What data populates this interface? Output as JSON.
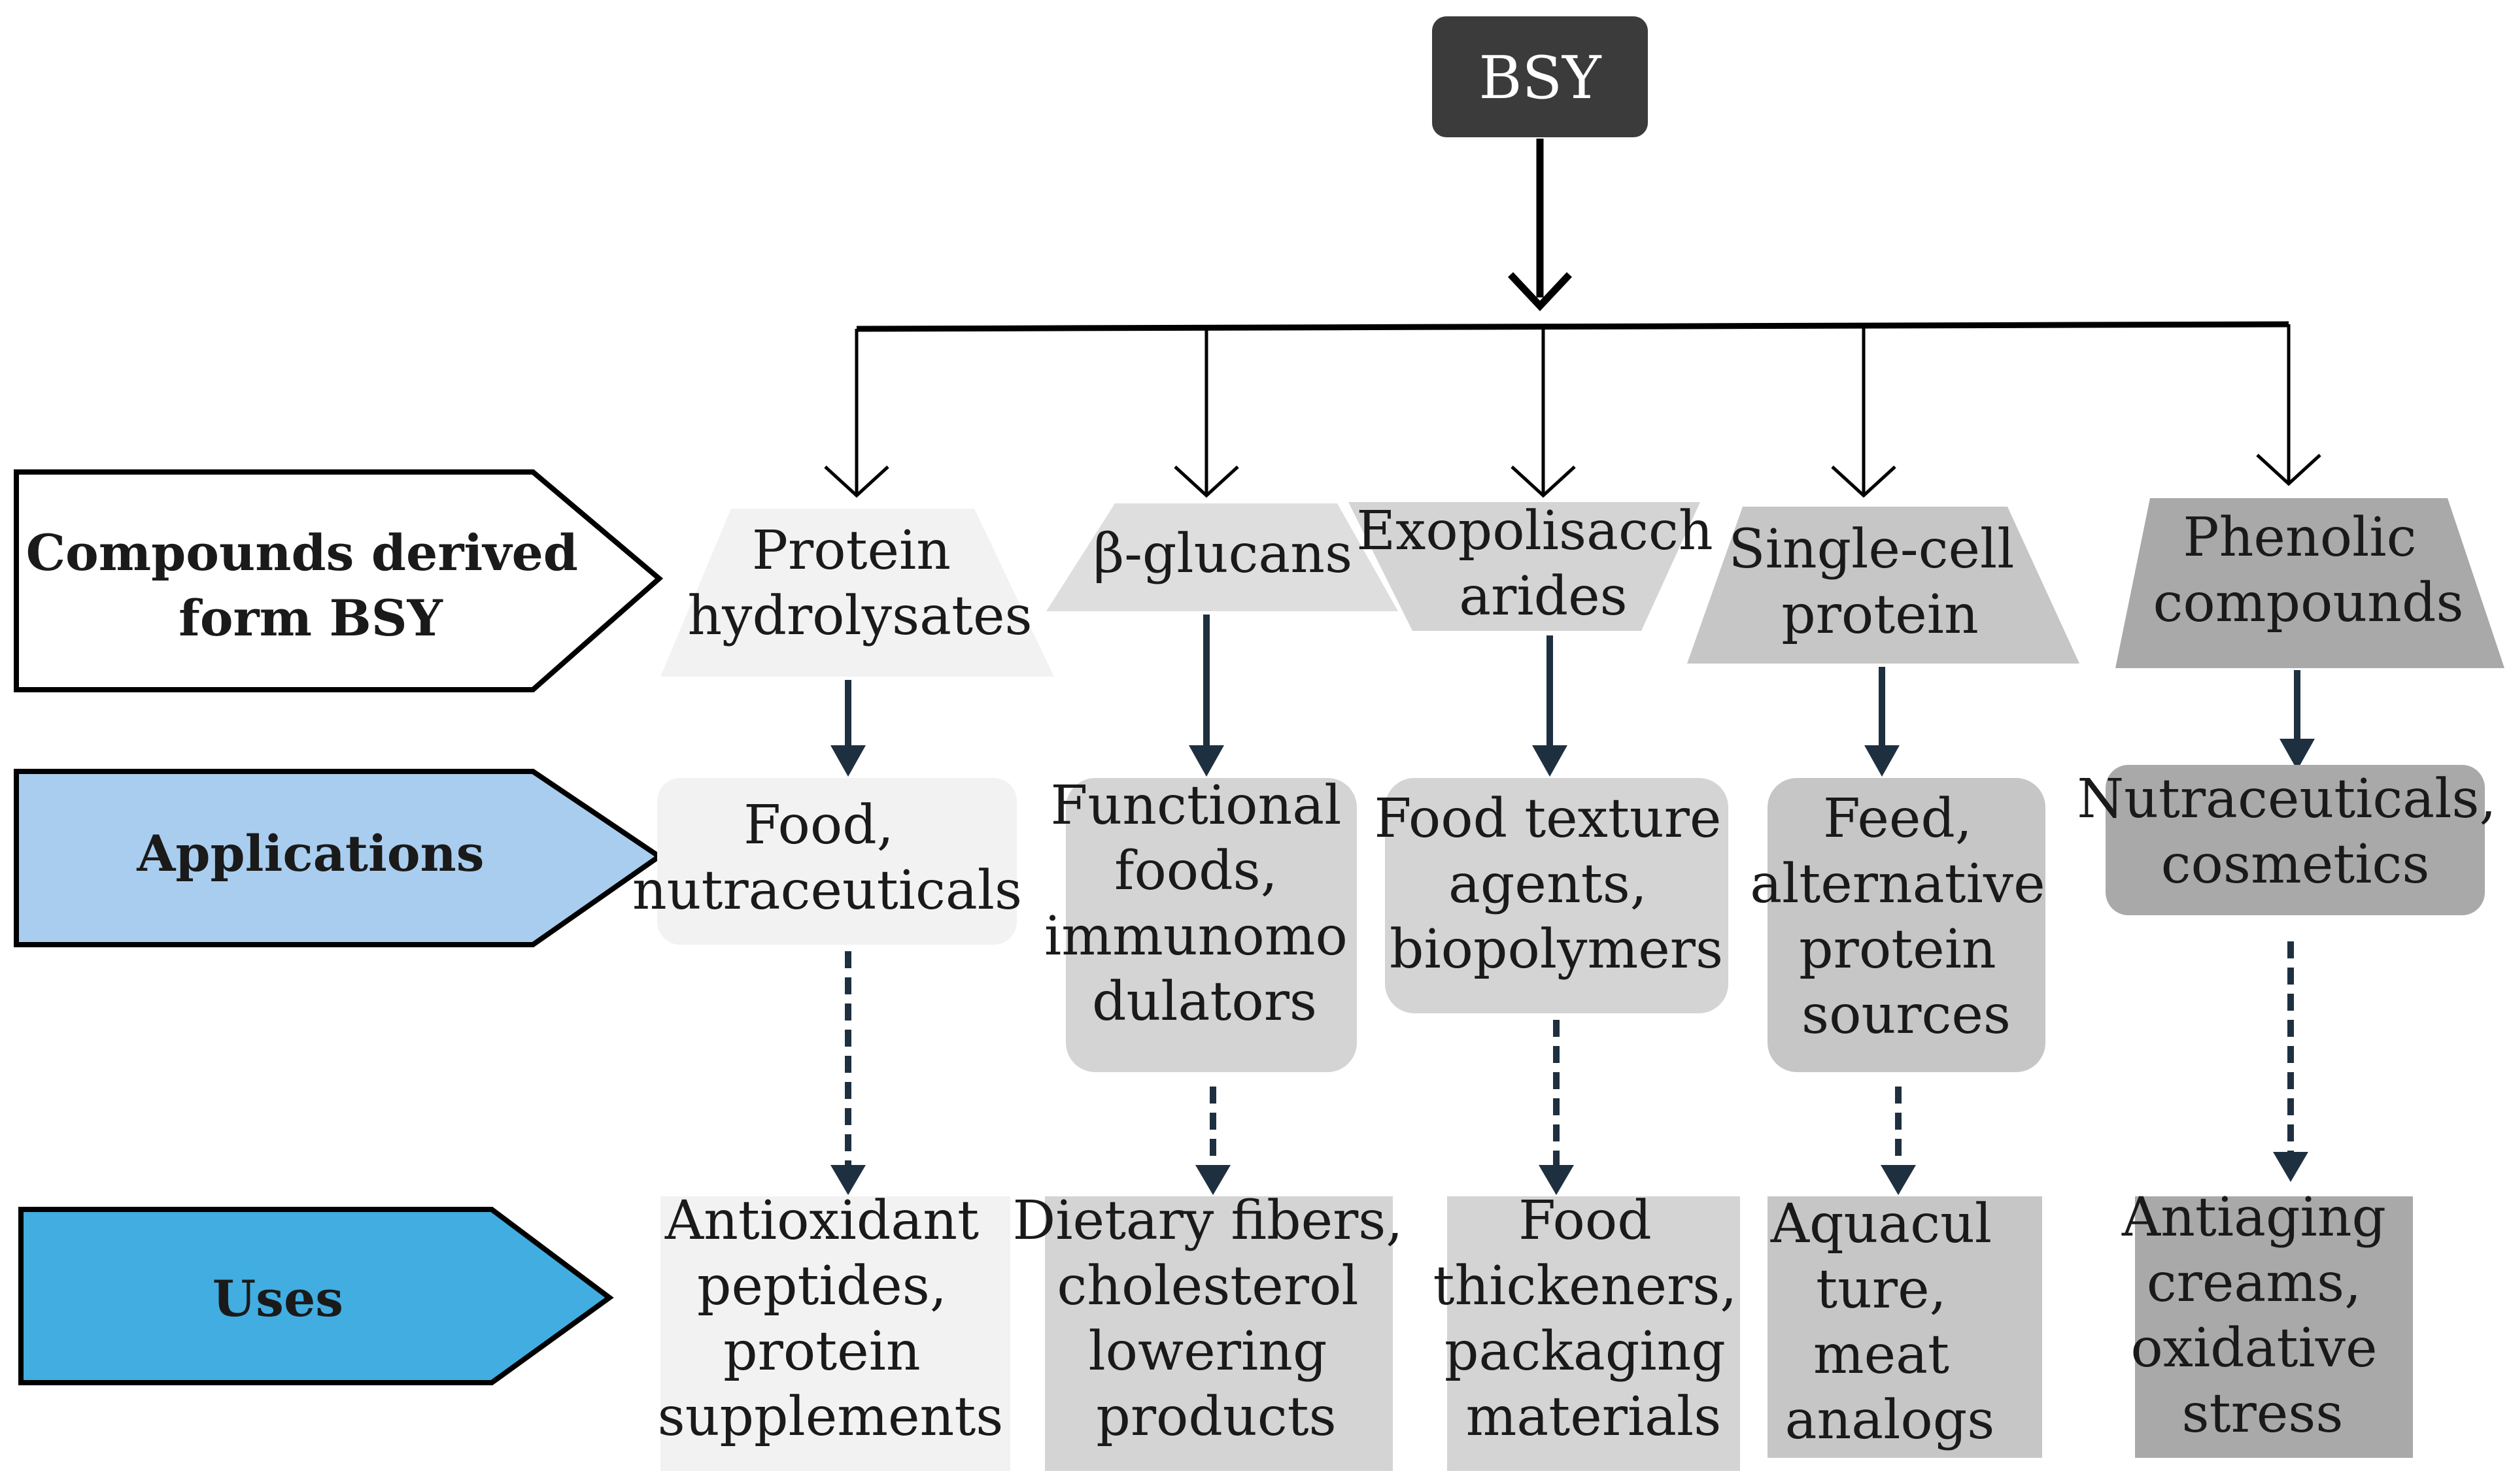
{
  "root": {
    "label": "BSY"
  },
  "row_labels": {
    "compounds": [
      "Compounds derived",
      "form BSY"
    ],
    "applications": [
      "Applications"
    ],
    "uses": [
      "Uses"
    ]
  },
  "compounds": [
    {
      "lines": [
        "Protein",
        "hydrolysates"
      ]
    },
    {
      "lines": [
        "β-glucans"
      ]
    },
    {
      "lines": [
        "Exopolisacch",
        "arides"
      ]
    },
    {
      "lines": [
        "Single-cell",
        "protein"
      ]
    },
    {
      "lines": [
        "Phenolic",
        "compounds"
      ]
    }
  ],
  "applications": [
    {
      "lines": [
        "Food,",
        "nutraceuticals"
      ]
    },
    {
      "lines": [
        "Functional",
        "foods,",
        "immunomo",
        "dulators"
      ]
    },
    {
      "lines": [
        "Food texture",
        "agents,",
        "biopolymers"
      ]
    },
    {
      "lines": [
        "Feed,",
        "alternative",
        "protein",
        "sources"
      ]
    },
    {
      "lines": [
        "Nutraceuticals,",
        "cosmetics"
      ]
    }
  ],
  "uses": [
    {
      "lines": [
        "Antioxidant",
        "peptides,",
        "protein",
        "supplements"
      ]
    },
    {
      "lines": [
        "Dietary fibers,",
        "cholesterol",
        "lowering",
        "products"
      ]
    },
    {
      "lines": [
        "Food",
        "thickeners,",
        "packaging",
        "materials"
      ]
    },
    {
      "lines": [
        "Aquacul",
        "ture,",
        "meat",
        "analogs"
      ]
    },
    {
      "lines": [
        "Antiaging",
        "creams,",
        "oxidative",
        "stress"
      ]
    }
  ],
  "colors": {
    "root_fill": "#3b3b3b",
    "label_compounds": "#ffffff",
    "label_applications": "#a9cdee",
    "label_uses": "#41ade0",
    "arrow_dark": "#1e3040",
    "shade_1": "#f2f2f2",
    "shade_2": "#dedede",
    "shade_3": "#d4d4d4",
    "shade_4": "#c6c6c6",
    "shade_5": "#a9a9a9"
  }
}
